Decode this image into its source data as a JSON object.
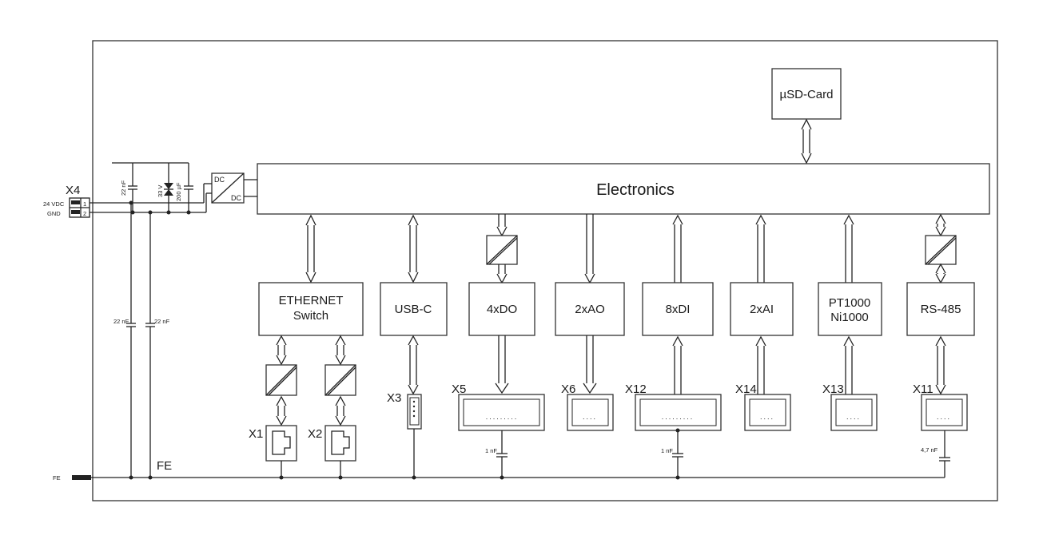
{
  "diagram": {
    "electronics": "Electronics",
    "sd_card": "µSD-Card",
    "dcdc_in": "DC",
    "dcdc_out": "DC",
    "power": {
      "connector": "X4",
      "pin1_label": "24 VDC",
      "pin2_label": "GND",
      "pin1": "1",
      "pin2": "2",
      "cap1": "22 nF",
      "tvs": "33 V",
      "cap2": "200 µF",
      "fe_cap1": "22 nF",
      "fe_cap2": "22 nF"
    },
    "fe_left": "FE",
    "fe_label": "FE",
    "modules": {
      "ethernet_line1": "ETHERNET",
      "ethernet_line2": "Switch",
      "usbc": "USB-C",
      "do": "4xDO",
      "ao": "2xAO",
      "di": "8xDI",
      "ai": "2xAI",
      "pt_line1": "PT1000",
      "pt_line2": "Ni1000",
      "rs485": "RS-485"
    },
    "connectors": {
      "x1": "X1",
      "x2": "X2",
      "x3": "X3",
      "x5": "X5",
      "x6": "X6",
      "x12": "X12",
      "x14": "X14",
      "x13": "X13",
      "x11": "X11"
    },
    "caps": {
      "x5": "1 nF",
      "x12": "1 nF",
      "x11": "4,7 nF"
    }
  }
}
